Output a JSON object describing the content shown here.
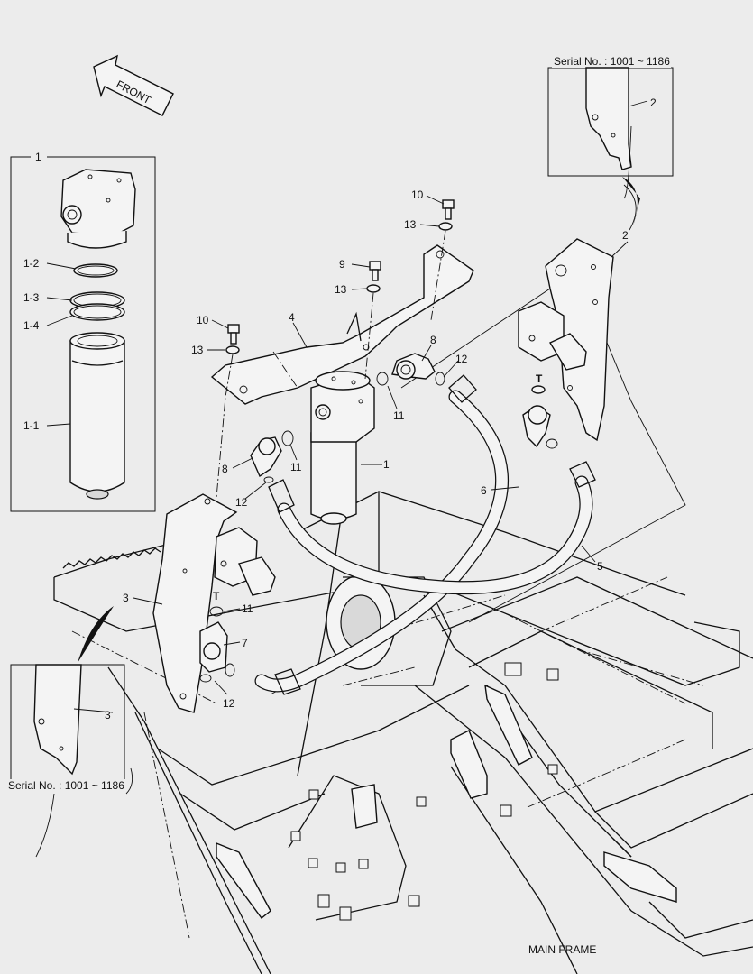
{
  "figure": {
    "front_label": "FRONT",
    "main_frame_label": "MAIN FRAME",
    "serial_top": "Serial No. : 1001 ~ 1186",
    "serial_bottom": "Serial No. : 1001 ~ 1186",
    "callouts": {
      "inset_top_part": "2",
      "inset_bottom_part": "3",
      "filter_kit": "1",
      "filter_element": "1-1",
      "oring_1_2": "1-2",
      "oring_1_3": "1-3",
      "oring_1_4": "1-4",
      "bolt_10_top": "10",
      "washer_13_top": "13",
      "bolt_9": "9",
      "washer_13_mid": "13",
      "bolt_10_left": "10",
      "washer_13_left": "13",
      "bracket_4": "4",
      "elbow_8_right": "8",
      "oring_12_right": "12",
      "oring_11_right": "11",
      "filter_1": "1",
      "elbow_8_left": "8",
      "oring_11_left": "11",
      "oring_12_left": "12",
      "hose_6": "6",
      "hose_5": "5",
      "bracket_2": "2",
      "bracket_3": "3",
      "oring_11_lower": "11",
      "elbow_7": "7",
      "oring_12_lower": "12",
      "port_t_right": "T",
      "port_t_left": "T"
    }
  }
}
